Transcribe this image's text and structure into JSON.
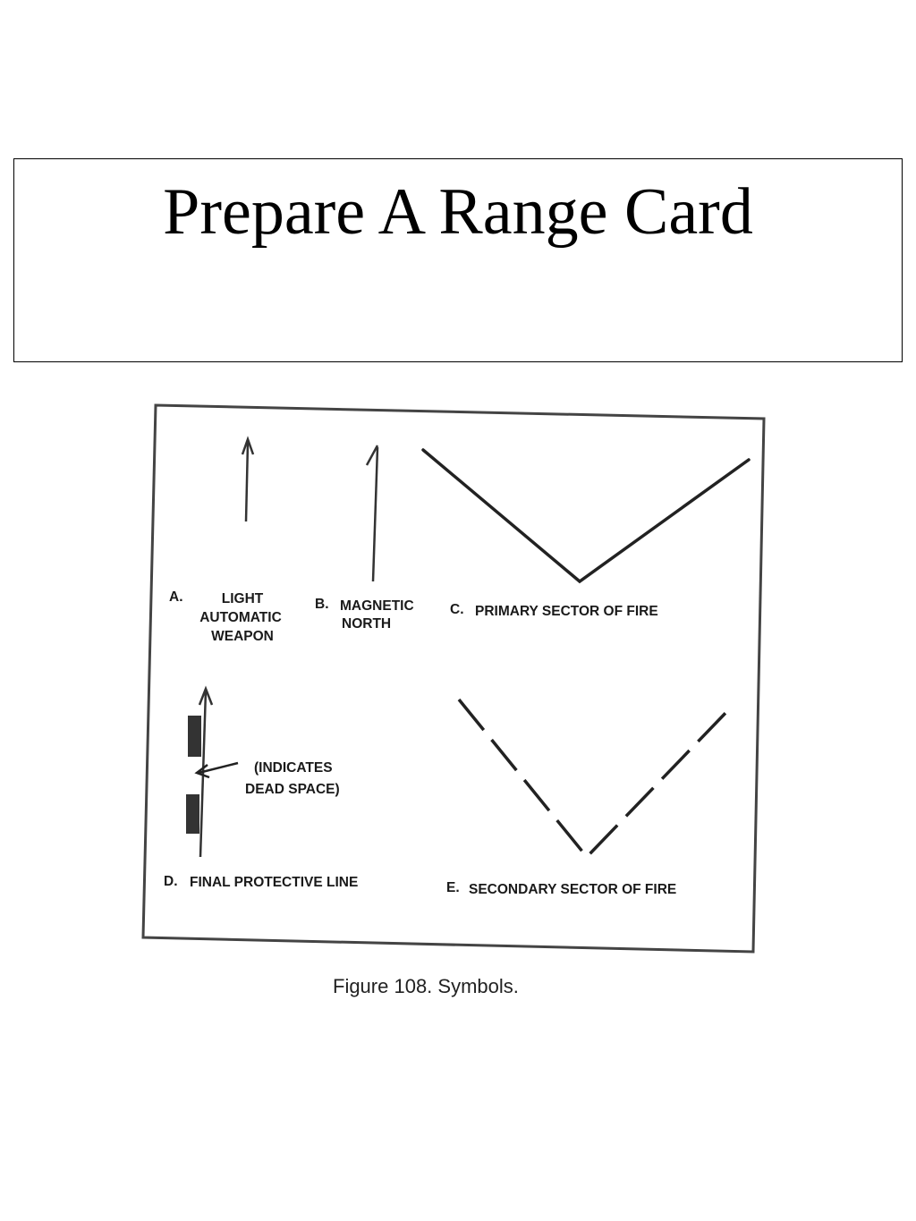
{
  "slide": {
    "title": "Prepare A Range Card"
  },
  "figure": {
    "symbols": [
      {
        "letter": "A.",
        "lines": [
          "LIGHT",
          "AUTOMATIC",
          "WEAPON"
        ]
      },
      {
        "letter": "B.",
        "lines": [
          "MAGNETIC",
          "NORTH"
        ]
      },
      {
        "letter": "C.",
        "lines": [
          "PRIMARY SECTOR OF FIRE"
        ]
      },
      {
        "letter": "D.",
        "lines": [
          "FINAL PROTECTIVE LINE"
        ],
        "callout": [
          "(INDICATES",
          "DEAD SPACE)"
        ]
      },
      {
        "letter": "E.",
        "lines": [
          "SECONDARY SECTOR OF FIRE"
        ]
      }
    ],
    "caption": "Figure 108. Symbols."
  }
}
